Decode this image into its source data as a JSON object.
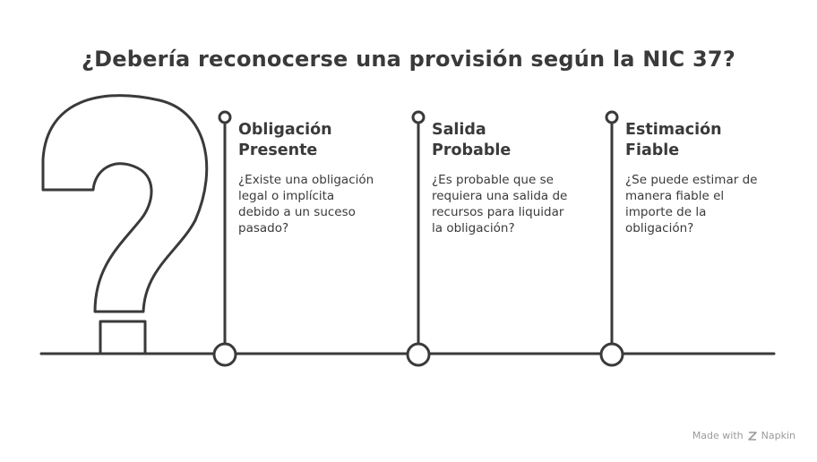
{
  "title": "¿Debería reconocerse una provisión según la NIC 37?",
  "steps": [
    {
      "title": "Obligación\nPresente",
      "description": "¿Existe una obligación\nlegal o implícita\ndebido a un suceso\npasado?"
    },
    {
      "title": "Salida\nProbable",
      "description": "¿Es probable que se\nrequiera una salida de\nrecursos para liquidar\nla obligación?"
    },
    {
      "title": "Estimación\nFiable",
      "description": "¿Se puede estimar de\nmanera fiable el\nimporte de la\nobligación?"
    }
  ],
  "footer": {
    "made_with": "Made with",
    "brand": "Napkin"
  },
  "colors": {
    "stroke": "#3a3a3a",
    "footer": "#9a9a9a",
    "background": "#ffffff"
  }
}
